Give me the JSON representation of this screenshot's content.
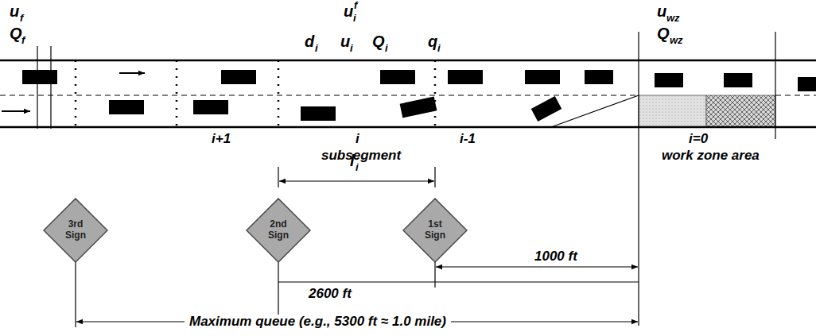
{
  "diagram": {
    "nodes": [
      {
        "text": [
          "3rd Sign"
        ]
      },
      {
        "text": [
          "2nd Sign"
        ]
      },
      {
        "text": [
          "1st Sign"
        ]
      }
    ],
    "labels": [
      "u",
      "f",
      "Q",
      "f",
      "u",
      "i",
      "f",
      "d",
      "i",
      "u",
      "i",
      "Q",
      "i",
      "q",
      "i",
      "u",
      "wz",
      "Q",
      "wz",
      "i+1",
      "i",
      "subsegment",
      "i-1",
      "i=0",
      "work zone area",
      "l",
      "i",
      "1000 ft",
      "2600 ft",
      "Maximum queue (e.g., 5300 ft ≈ 1.0 mile)"
    ]
  }
}
